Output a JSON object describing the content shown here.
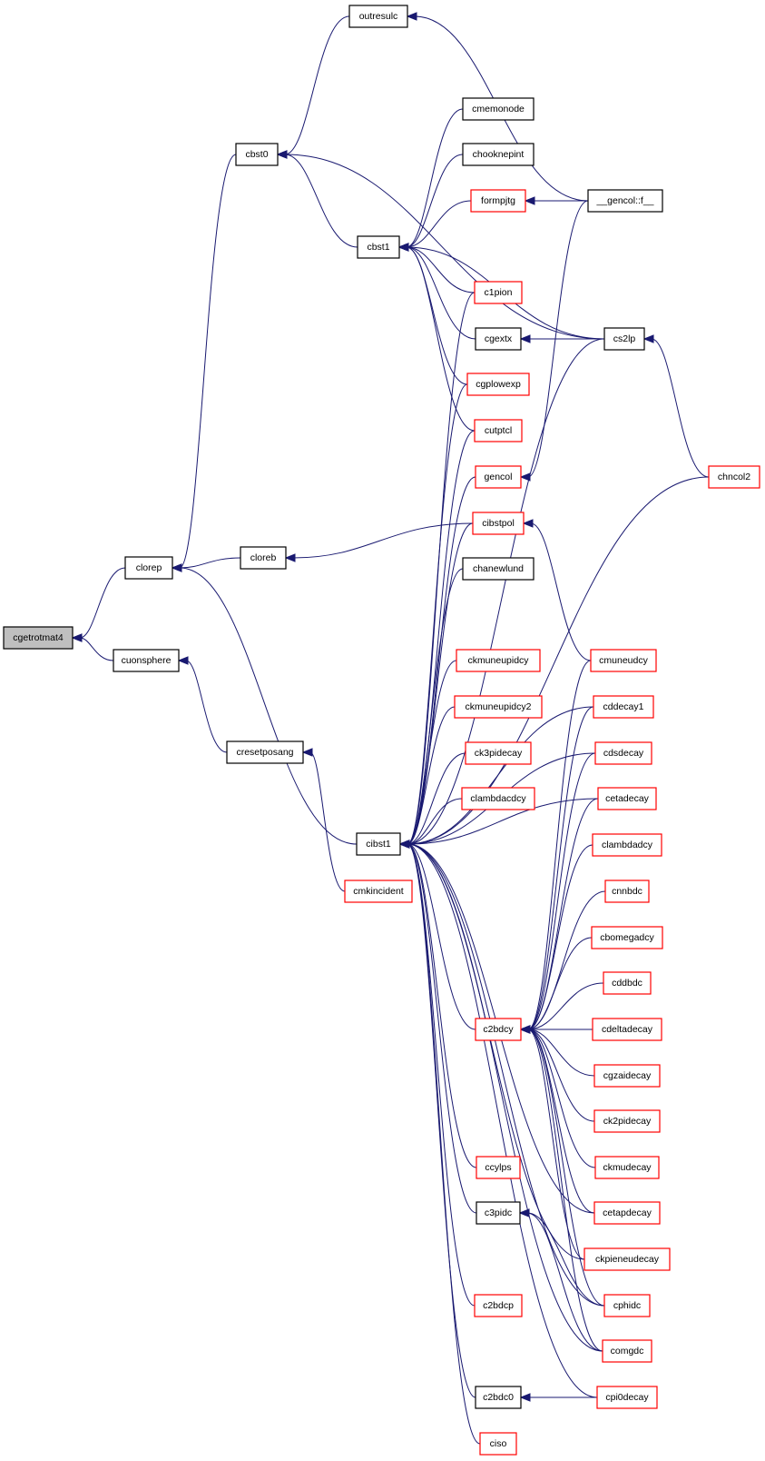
{
  "colors": {
    "edge": "#191970",
    "normal_border": "#000000",
    "link_border": "#ff0000",
    "root_fill": "#bfbfbf"
  },
  "nodes": [
    {
      "id": "cgetrotmat4",
      "label": "cgetrotmat4",
      "style": "root"
    },
    {
      "id": "clorep",
      "label": "clorep",
      "style": "black"
    },
    {
      "id": "cuonsphere",
      "label": "cuonsphere",
      "style": "black"
    },
    {
      "id": "cbst0",
      "label": "cbst0",
      "style": "black"
    },
    {
      "id": "cloreb",
      "label": "cloreb",
      "style": "black"
    },
    {
      "id": "cresetposang",
      "label": "cresetposang",
      "style": "black"
    },
    {
      "id": "outresulc",
      "label": "outresulc",
      "style": "black"
    },
    {
      "id": "cbst1",
      "label": "cbst1",
      "style": "black"
    },
    {
      "id": "cibst1",
      "label": "cibst1",
      "style": "black"
    },
    {
      "id": "cmkincident",
      "label": "cmkincident",
      "style": "red"
    },
    {
      "id": "cmemonode",
      "label": "cmemonode",
      "style": "black"
    },
    {
      "id": "chooknepint",
      "label": "chooknepint",
      "style": "black"
    },
    {
      "id": "formpjtg",
      "label": "formpjtg",
      "style": "red"
    },
    {
      "id": "c1pion",
      "label": "c1pion",
      "style": "red"
    },
    {
      "id": "cgextx",
      "label": "cgextx",
      "style": "black"
    },
    {
      "id": "cgplowexp",
      "label": "cgplowexp",
      "style": "red"
    },
    {
      "id": "cutptcl",
      "label": "cutptcl",
      "style": "red"
    },
    {
      "id": "gencol",
      "label": "gencol",
      "style": "red"
    },
    {
      "id": "cibstpol",
      "label": "cibstpol",
      "style": "red"
    },
    {
      "id": "chanewlund",
      "label": "chanewlund",
      "style": "black"
    },
    {
      "id": "ckmuneupidcy",
      "label": "ckmuneupidcy",
      "style": "red"
    },
    {
      "id": "ckmuneupidcy2",
      "label": "ckmuneupidcy2",
      "style": "red"
    },
    {
      "id": "ck3pidecay",
      "label": "ck3pidecay",
      "style": "red"
    },
    {
      "id": "clambdacdcy",
      "label": "clambdacdcy",
      "style": "red"
    },
    {
      "id": "c2bdcy",
      "label": "c2bdcy",
      "style": "red"
    },
    {
      "id": "ccylps",
      "label": "ccylps",
      "style": "red"
    },
    {
      "id": "c3pidc",
      "label": "c3pidc",
      "style": "black"
    },
    {
      "id": "c2bdcp",
      "label": "c2bdcp",
      "style": "red"
    },
    {
      "id": "c2bdc0",
      "label": "c2bdc0",
      "style": "black"
    },
    {
      "id": "ciso",
      "label": "ciso",
      "style": "red"
    },
    {
      "id": "gencolf",
      "label": "__gencol::f__",
      "style": "black"
    },
    {
      "id": "cs2lp",
      "label": "cs2lp",
      "style": "black"
    },
    {
      "id": "chncol2",
      "label": "chncol2",
      "style": "red"
    },
    {
      "id": "cmuneudcy",
      "label": "cmuneudcy",
      "style": "red"
    },
    {
      "id": "cddecay1",
      "label": "cddecay1",
      "style": "red"
    },
    {
      "id": "cdsdecay",
      "label": "cdsdecay",
      "style": "red"
    },
    {
      "id": "cetadecay",
      "label": "cetadecay",
      "style": "red"
    },
    {
      "id": "clambdadcy",
      "label": "clambdadcy",
      "style": "red"
    },
    {
      "id": "cnnbdc",
      "label": "cnnbdc",
      "style": "red"
    },
    {
      "id": "cbomegadcy",
      "label": "cbomegadcy",
      "style": "red"
    },
    {
      "id": "cddbdc",
      "label": "cddbdc",
      "style": "red"
    },
    {
      "id": "cdeltadecay",
      "label": "cdeltadecay",
      "style": "red"
    },
    {
      "id": "cgzaidecay",
      "label": "cgzaidecay",
      "style": "red"
    },
    {
      "id": "ck2pidecay",
      "label": "ck2pidecay",
      "style": "red"
    },
    {
      "id": "ckmudecay",
      "label": "ckmudecay",
      "style": "red"
    },
    {
      "id": "cetapdecay",
      "label": "cetapdecay",
      "style": "red"
    },
    {
      "id": "ckpieneudecay",
      "label": "ckpieneudecay",
      "style": "red"
    },
    {
      "id": "cphidc",
      "label": "cphidc",
      "style": "red"
    },
    {
      "id": "comgdc",
      "label": "comgdc",
      "style": "red"
    },
    {
      "id": "cpi0decay",
      "label": "cpi0decay",
      "style": "red"
    }
  ],
  "edges": [
    [
      "clorep",
      "cgetrotmat4"
    ],
    [
      "cuonsphere",
      "cgetrotmat4"
    ],
    [
      "cbst0",
      "clorep"
    ],
    [
      "cloreb",
      "clorep"
    ],
    [
      "cibst1",
      "clorep"
    ],
    [
      "cresetposang",
      "cuonsphere"
    ],
    [
      "cmkincident",
      "cresetposang"
    ],
    [
      "outresulc",
      "cbst0"
    ],
    [
      "cbst1",
      "cbst0"
    ],
    [
      "cs2lp",
      "cbst0"
    ],
    [
      "gencolf",
      "outresulc"
    ],
    [
      "cmemonode",
      "cbst1"
    ],
    [
      "chooknepint",
      "cbst1"
    ],
    [
      "formpjtg",
      "cbst1"
    ],
    [
      "c1pion",
      "cbst1"
    ],
    [
      "cgextx",
      "cbst1"
    ],
    [
      "cgplowexp",
      "cbst1"
    ],
    [
      "cutptcl",
      "cbst1"
    ],
    [
      "cs2lp",
      "cbst1"
    ],
    [
      "gencolf",
      "formpjtg"
    ],
    [
      "cs2lp",
      "cgextx"
    ],
    [
      "chncol2",
      "cs2lp"
    ],
    [
      "gencolf",
      "gencol"
    ],
    [
      "cibstpol",
      "cloreb"
    ],
    [
      "cmuneudcy",
      "cibstpol"
    ],
    [
      "c1pion",
      "cibst1"
    ],
    [
      "cgplowexp",
      "cibst1"
    ],
    [
      "cutptcl",
      "cibst1"
    ],
    [
      "gencol",
      "cibst1"
    ],
    [
      "cibstpol",
      "cibst1"
    ],
    [
      "chanewlund",
      "cibst1"
    ],
    [
      "ckmuneupidcy",
      "cibst1"
    ],
    [
      "ckmuneupidcy2",
      "cibst1"
    ],
    [
      "ck3pidecay",
      "cibst1"
    ],
    [
      "clambdacdcy",
      "cibst1"
    ],
    [
      "c2bdcy",
      "cibst1"
    ],
    [
      "ccylps",
      "cibst1"
    ],
    [
      "c3pidc",
      "cibst1"
    ],
    [
      "c2bdcp",
      "cibst1"
    ],
    [
      "c2bdc0",
      "cibst1"
    ],
    [
      "ciso",
      "cibst1"
    ],
    [
      "cs2lp",
      "cibst1"
    ],
    [
      "chncol2",
      "cibst1"
    ],
    [
      "cddecay1",
      "cibst1"
    ],
    [
      "cdsdecay",
      "cibst1"
    ],
    [
      "cetadecay",
      "cibst1"
    ],
    [
      "cetapdecay",
      "cibst1"
    ],
    [
      "ckpieneudecay",
      "cibst1"
    ],
    [
      "cphidc",
      "cibst1"
    ],
    [
      "comgdc",
      "cibst1"
    ],
    [
      "cpi0decay",
      "cibst1"
    ],
    [
      "cmuneudcy",
      "c2bdcy"
    ],
    [
      "cddecay1",
      "c2bdcy"
    ],
    [
      "cdsdecay",
      "c2bdcy"
    ],
    [
      "cetadecay",
      "c2bdcy"
    ],
    [
      "clambdadcy",
      "c2bdcy"
    ],
    [
      "cnnbdc",
      "c2bdcy"
    ],
    [
      "cbomegadcy",
      "c2bdcy"
    ],
    [
      "cddbdc",
      "c2bdcy"
    ],
    [
      "cdeltadecay",
      "c2bdcy"
    ],
    [
      "cgzaidecay",
      "c2bdcy"
    ],
    [
      "ck2pidecay",
      "c2bdcy"
    ],
    [
      "ckmudecay",
      "c2bdcy"
    ],
    [
      "cetapdecay",
      "c2bdcy"
    ],
    [
      "ckpieneudecay",
      "c2bdcy"
    ],
    [
      "cphidc",
      "c2bdcy"
    ],
    [
      "comgdc",
      "c2bdcy"
    ],
    [
      "cphidc",
      "c3pidc"
    ],
    [
      "comgdc",
      "c3pidc"
    ],
    [
      "cpi0decay",
      "c2bdc0"
    ]
  ]
}
